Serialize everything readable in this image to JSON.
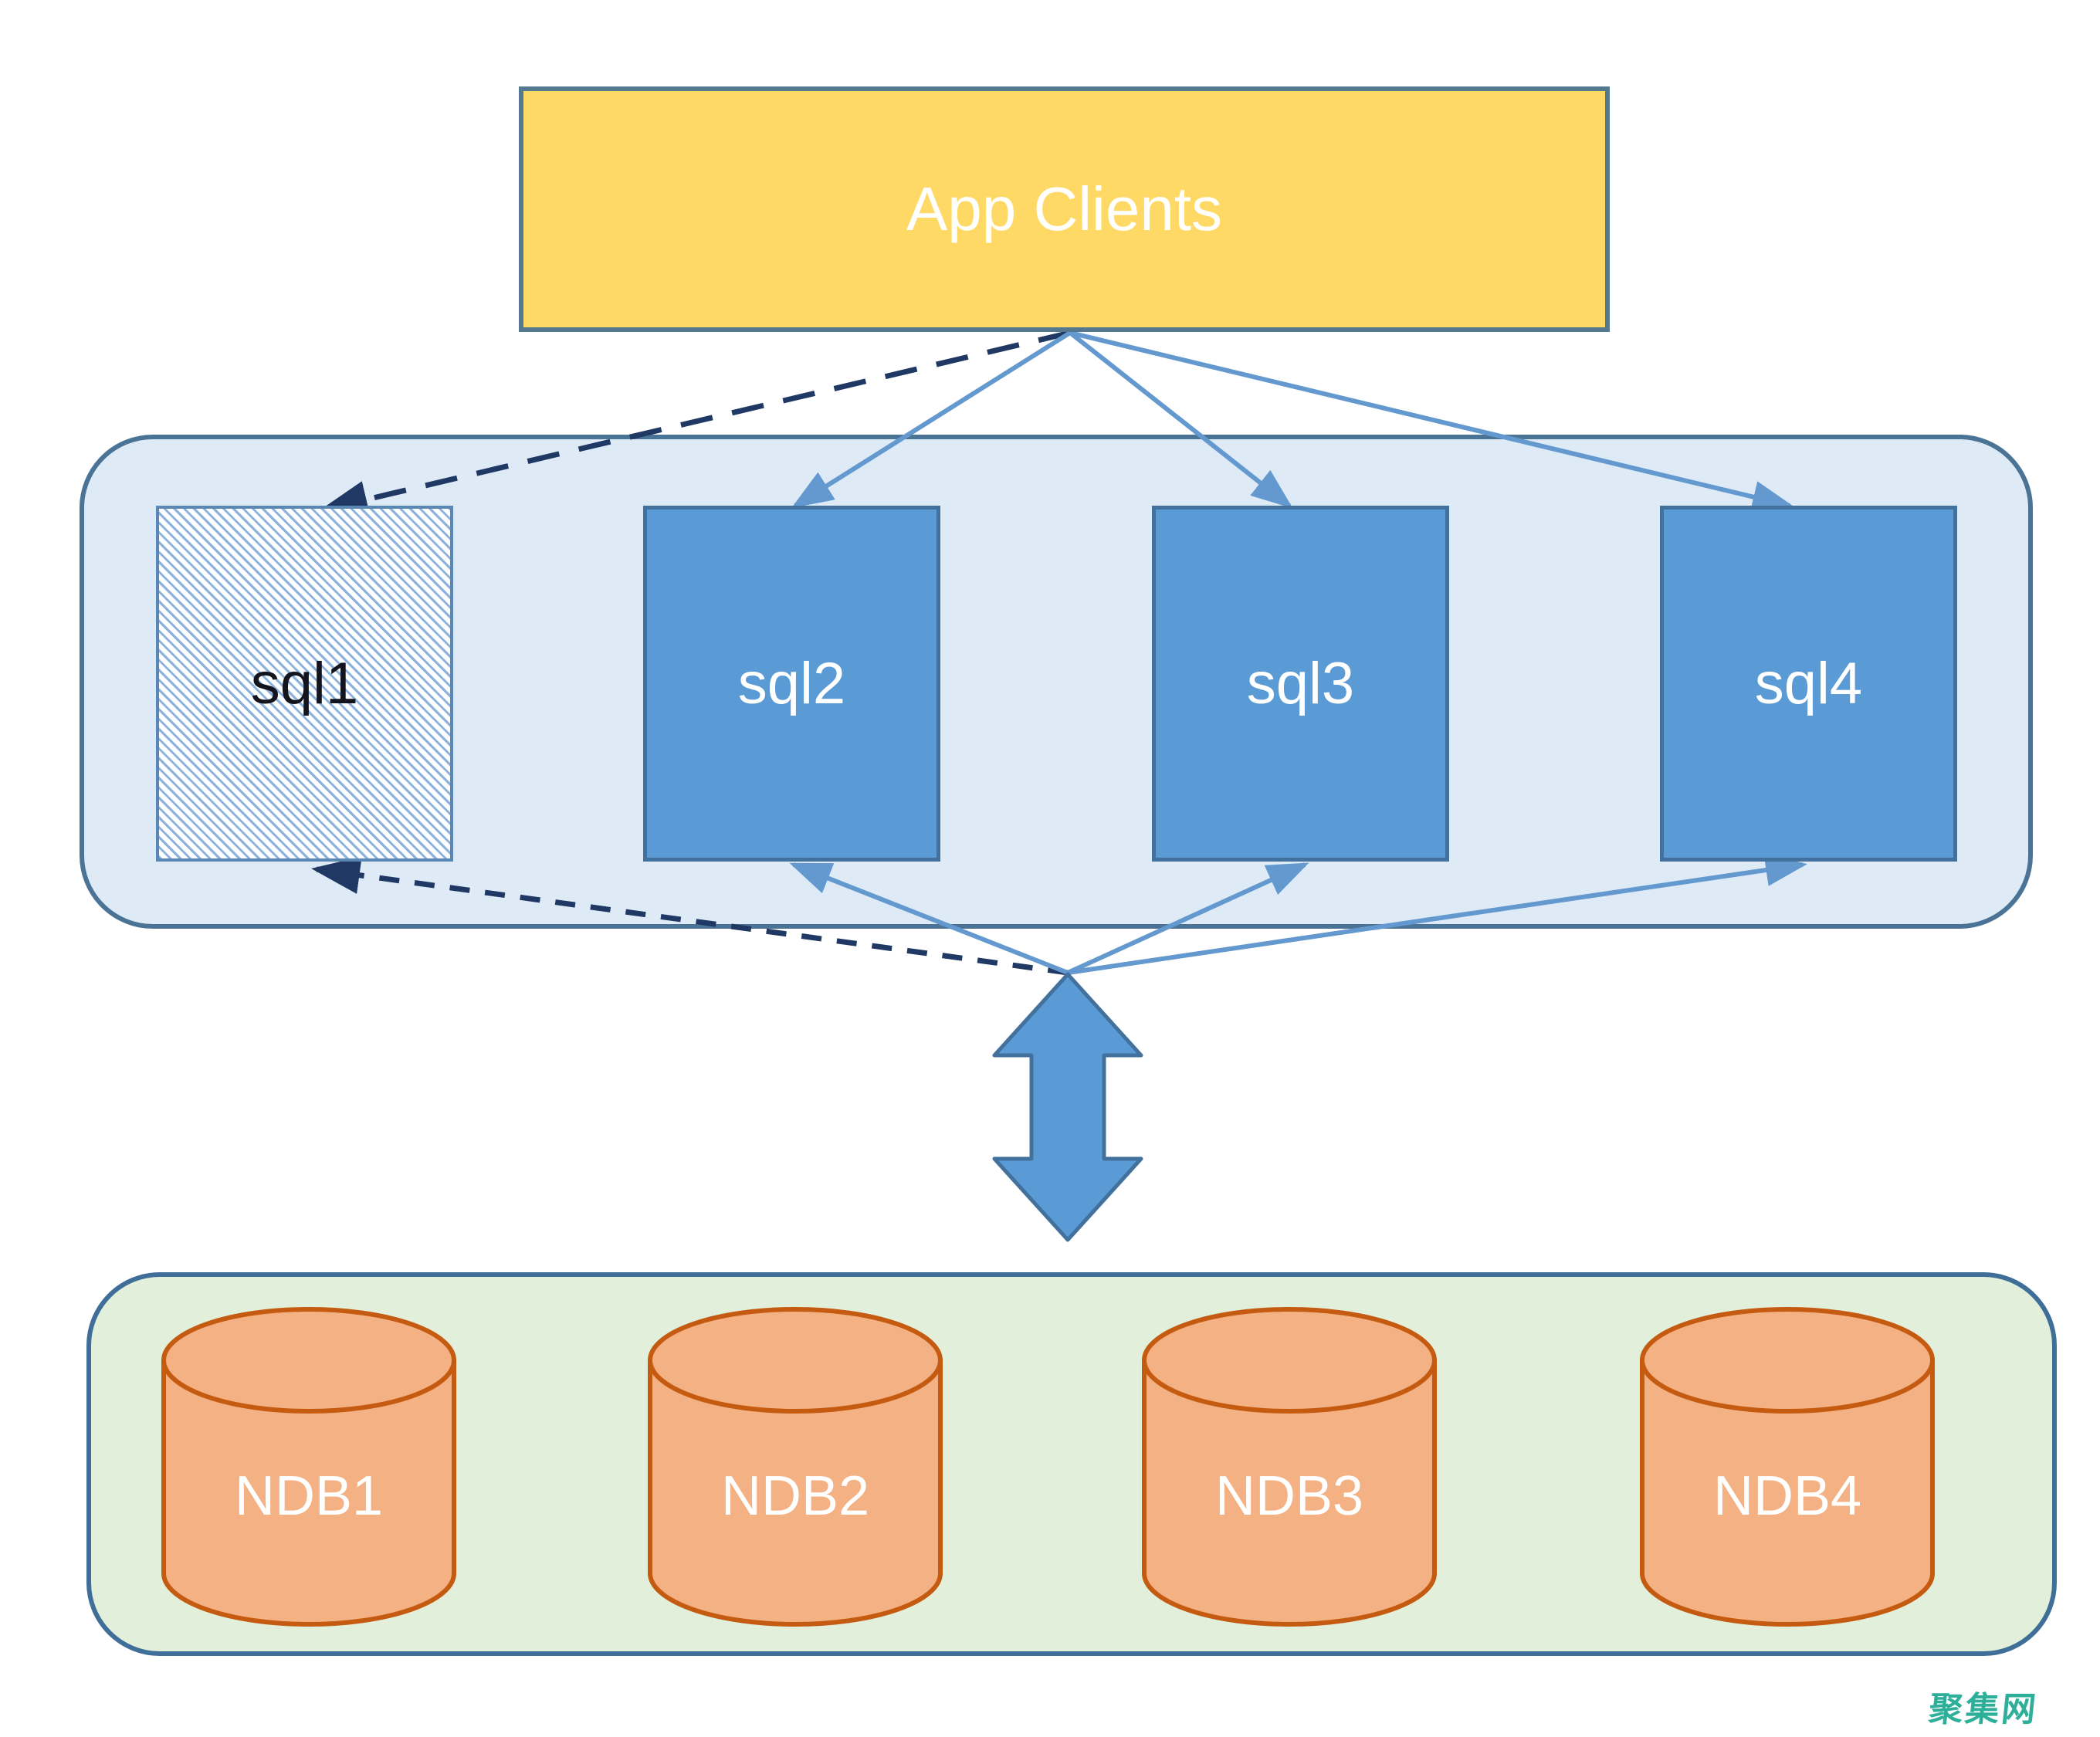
{
  "app_clients": {
    "label": "App Clients"
  },
  "sql_tier": {
    "nodes": [
      {
        "label": "sql1",
        "style": "hatched"
      },
      {
        "label": "sql2",
        "style": "solid"
      },
      {
        "label": "sql3",
        "style": "solid"
      },
      {
        "label": "sql4",
        "style": "solid"
      }
    ]
  },
  "ndb_tier": {
    "nodes": [
      {
        "label": "NDB1"
      },
      {
        "label": "NDB2"
      },
      {
        "label": "NDB3"
      },
      {
        "label": "NDB4"
      }
    ]
  },
  "watermark": {
    "text": "聚集网"
  },
  "colors": {
    "app_fill": "#FFD965",
    "app_border": "#54788F",
    "sql_fill": "#5B9BD5",
    "sql_border": "#41719C",
    "sql_tier_fill": "#DEEBF7",
    "sql_tier_border": "#4A7396",
    "ndb_tier_fill": "#E2EFDA",
    "ndb_tier_border": "#3F6E99",
    "cylinder_fill": "#F4B183",
    "cylinder_border": "#C55A11",
    "solid_arrow": "#6399CE",
    "dashed_arrow": "#1F3864",
    "double_arrow_fill": "#5B9BD5",
    "double_arrow_border": "#41719C",
    "watermark_color": "#2EAF99",
    "hatch_stripe": "#8CB2DC"
  }
}
